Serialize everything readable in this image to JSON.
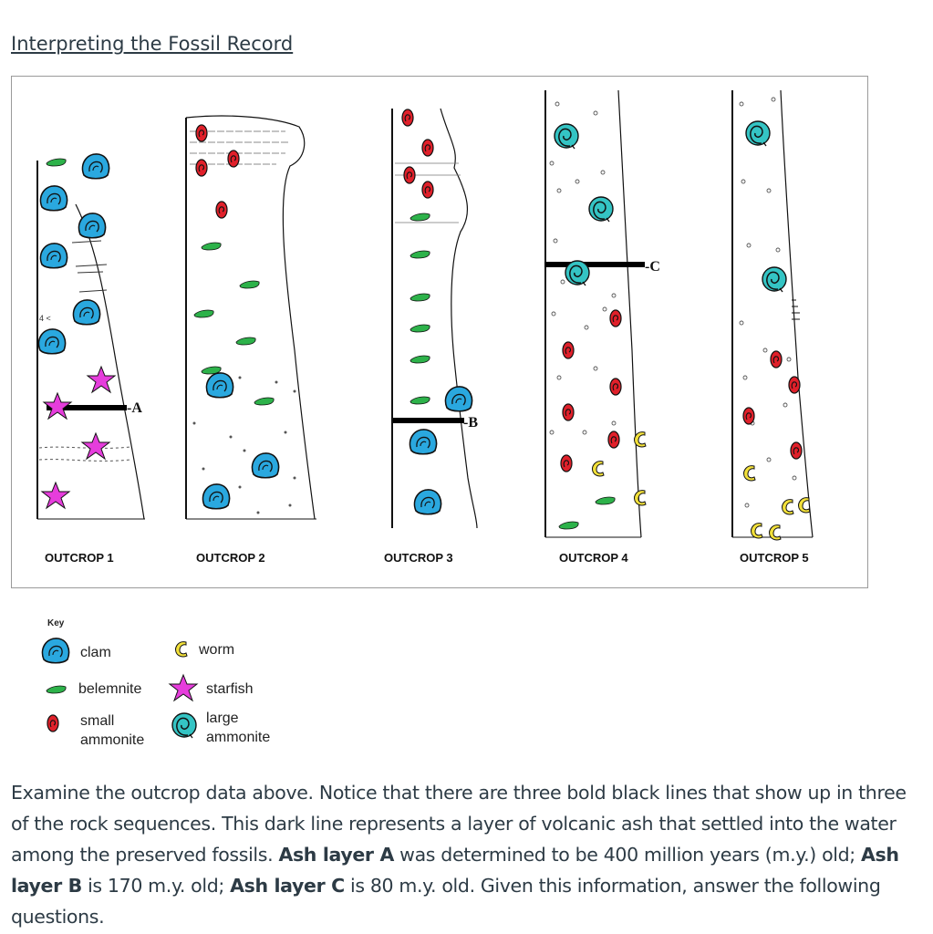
{
  "title": "Interpreting the Fossil Record",
  "outcrops": [
    {
      "label": "OUTCROP 1"
    },
    {
      "label": "OUTCROP 2"
    },
    {
      "label": "OUTCROP 3"
    },
    {
      "label": "OUTCROP 4"
    },
    {
      "label": "OUTCROP 5"
    }
  ],
  "ash_layers": [
    {
      "label": "-A"
    },
    {
      "label": "-B"
    },
    {
      "label": "-C"
    }
  ],
  "key": {
    "title": "Key",
    "items": [
      {
        "label": "clam",
        "icon": "clam-icon",
        "color": "#2aa8df"
      },
      {
        "label": "worm",
        "icon": "worm-icon",
        "color": "#f2e03a"
      },
      {
        "label": "belemnite",
        "icon": "belemnite-icon",
        "color": "#2db24a"
      },
      {
        "label": "starfish",
        "icon": "starfish-icon",
        "color": "#e63ddc"
      },
      {
        "label": "small\nammonite",
        "icon": "small-ammonite-icon",
        "color": "#e0202a"
      },
      {
        "label": "large\nammonite",
        "icon": "large-ammonite-icon",
        "color": "#34c4c4"
      }
    ]
  },
  "paragraph": {
    "p1": "Examine the outcrop data above. Notice that there are three bold black lines that show up in three of the rock sequences. This dark line represents a layer of volcanic ash that settled into the water among the preserved fossils. ",
    "b1": "Ash layer A",
    "p2": " was determined to be 400 million years (m.y.) old; ",
    "b2": "Ash layer B",
    "p3": " is 170 m.y. old; ",
    "b3": "Ash layer C",
    "p4": " is 80 m.y. old. Given this information, answer the following questions."
  }
}
